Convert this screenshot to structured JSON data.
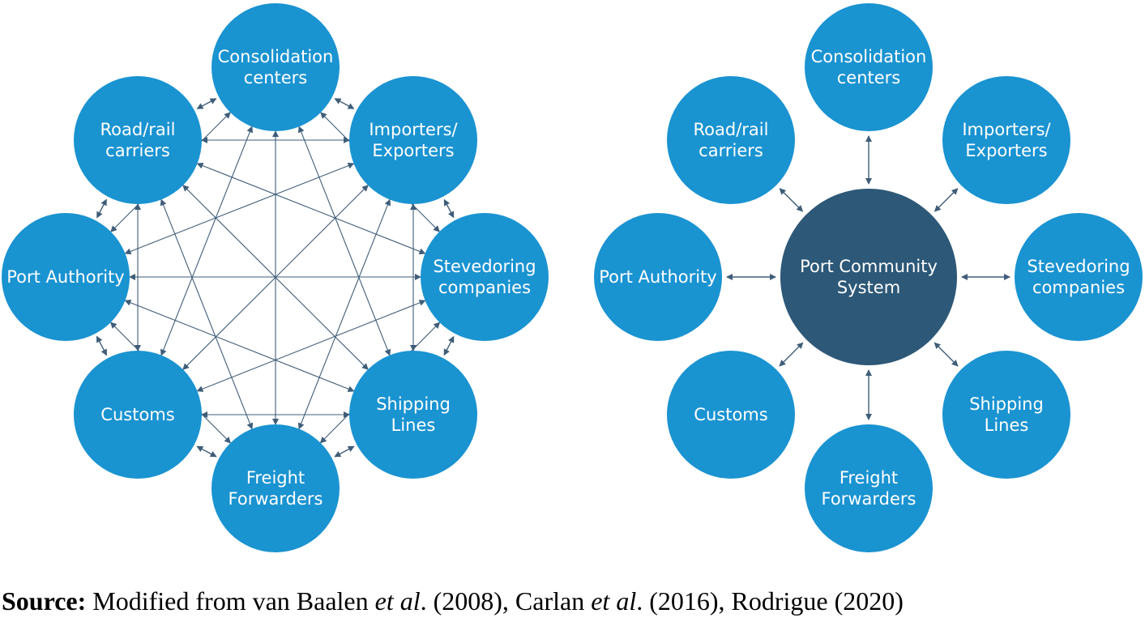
{
  "colors": {
    "node": "#1a93d1",
    "hub": "#2d5878",
    "connector": "#3f5d78"
  },
  "left_diagram": {
    "nodes": [
      {
        "id": "consolidation",
        "lines": [
          "Consolidation",
          "centers"
        ]
      },
      {
        "id": "importers",
        "lines": [
          "Importers/",
          "Exporters"
        ]
      },
      {
        "id": "stevedoring",
        "lines": [
          "Stevedoring",
          "companies"
        ]
      },
      {
        "id": "shipping",
        "lines": [
          "Shipping",
          "Lines"
        ]
      },
      {
        "id": "freight",
        "lines": [
          "Freight",
          "Forwarders"
        ]
      },
      {
        "id": "customs",
        "lines": [
          "Customs"
        ]
      },
      {
        "id": "port-authority",
        "lines": [
          "Port Authority"
        ]
      },
      {
        "id": "road-rail",
        "lines": [
          "Road/rail",
          "carriers"
        ]
      }
    ]
  },
  "right_diagram": {
    "hub": {
      "lines": [
        "Port Community",
        "System"
      ]
    },
    "nodes": [
      {
        "id": "consolidation",
        "lines": [
          "Consolidation",
          "centers"
        ]
      },
      {
        "id": "importers",
        "lines": [
          "Importers/",
          "Exporters"
        ]
      },
      {
        "id": "stevedoring",
        "lines": [
          "Stevedoring",
          "companies"
        ]
      },
      {
        "id": "shipping",
        "lines": [
          "Shipping",
          "Lines"
        ]
      },
      {
        "id": "freight",
        "lines": [
          "Freight",
          "Forwarders"
        ]
      },
      {
        "id": "customs",
        "lines": [
          "Customs"
        ]
      },
      {
        "id": "port-authority",
        "lines": [
          "Port Authority"
        ]
      },
      {
        "id": "road-rail",
        "lines": [
          "Road/rail",
          "carriers"
        ]
      }
    ]
  },
  "source": {
    "label": "Source:",
    "t1": " Modified from van Baalen ",
    "i1": "et al",
    "t2": ". (2008), Carlan ",
    "i2": "et al",
    "t3": ". (2016), Rodrigue (2020)"
  }
}
